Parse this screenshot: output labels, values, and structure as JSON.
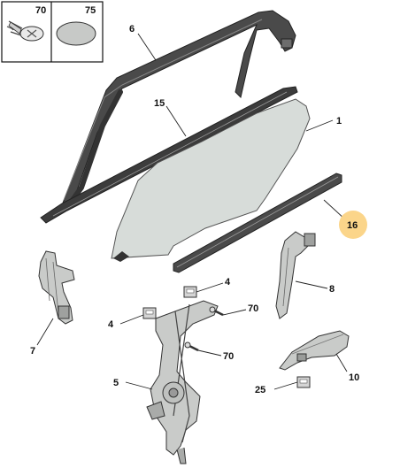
{
  "legend": {
    "items": [
      {
        "number": "70",
        "icon": "screw-icon"
      },
      {
        "number": "75",
        "icon": "oval-pad-icon"
      }
    ]
  },
  "callouts": {
    "c1": "1",
    "c4a": "4",
    "c4b": "4",
    "c5": "5",
    "c6": "6",
    "c7": "7",
    "c8": "8",
    "c10": "10",
    "c15": "15",
    "c16": "16",
    "c25": "25",
    "c70a": "70",
    "c70b": "70"
  },
  "colors": {
    "glass": "#d7dcd9",
    "seal": "#4a4a4a",
    "metal": "#c9cbc9",
    "highlight": "#fbd58a"
  }
}
